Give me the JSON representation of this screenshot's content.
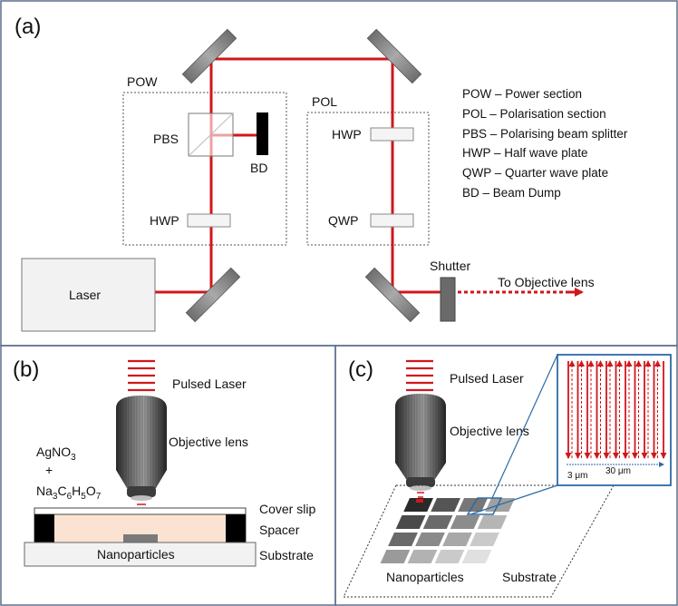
{
  "panels": {
    "a": "(a)",
    "b": "(b)",
    "c": "(c)"
  },
  "panel_a": {
    "pow_label": "POW",
    "pol_label": "POL",
    "pbs_label": "PBS",
    "bd_label": "BD",
    "hwp_pow_label": "HWP",
    "hwp_pol_label": "HWP",
    "qwp_label": "QWP",
    "laser_label": "Laser",
    "shutter_label": "Shutter",
    "output_label": "To Objective lens",
    "legend": [
      "POW – Power section",
      "POL – Polarisation section",
      "PBS – Polarising beam splitter",
      "HWP – Half wave plate",
      "QWP – Quarter wave plate",
      "BD – Beam Dump"
    ]
  },
  "panel_b": {
    "pulsed_laser": "Pulsed Laser",
    "objective_lens": "Objective lens",
    "solution_line1": "AgNO",
    "solution_line1_sub": "3",
    "solution_line2": "+",
    "solution_line3_parts": [
      "Na",
      "3",
      "C",
      "6",
      "H",
      "5",
      "O",
      "7"
    ],
    "cover_slip": "Cover slip",
    "spacer": "Spacer",
    "substrate": "Substrate",
    "nanoparticles": "Nanoparticles"
  },
  "panel_c": {
    "pulsed_laser": "Pulsed Laser",
    "objective_lens": "Objective lens",
    "nanoparticles": "Nanoparticles",
    "substrate": "Substrate",
    "scan_small": "3 μm",
    "scan_large": "30 μm"
  },
  "colors": {
    "beam": "#d0171c",
    "border": "#5a6f8c",
    "inset_border": "#2e6aa6",
    "solution": "#fbe3d4"
  }
}
